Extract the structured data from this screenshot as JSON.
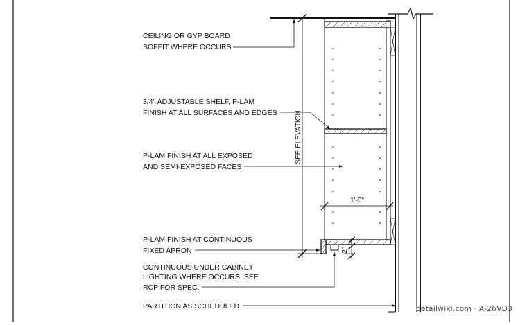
{
  "notes": {
    "soffit": [
      "CEILING OR GYP BOARD",
      "SOFFIT WHERE OCCURS"
    ],
    "shelf": [
      "3/4\" ADJUSTABLE SHELF, P-LAM",
      "FINISH AT ALL SURFACES AND EDGES"
    ],
    "faces": [
      "P-LAM FINISH AT ALL EXPOSED",
      "AND SEMI-EXPOSED FACES"
    ],
    "apron": [
      "P-LAM FINISH AT CONTINUOUS",
      "FIXED APRON"
    ],
    "lighting": [
      "CONTINUOUS UNDER CABINET",
      "LIGHTING WHERE OCCURS, SEE",
      "RCP FOR SPEC."
    ],
    "partition": [
      "PARTITION AS SCHEDULED"
    ]
  },
  "dimensions": {
    "height": "SEE ELEVATION",
    "depth": "1'-0\"",
    "apron": "2\""
  },
  "watermark": "detailwiki.com · A-26VD3"
}
